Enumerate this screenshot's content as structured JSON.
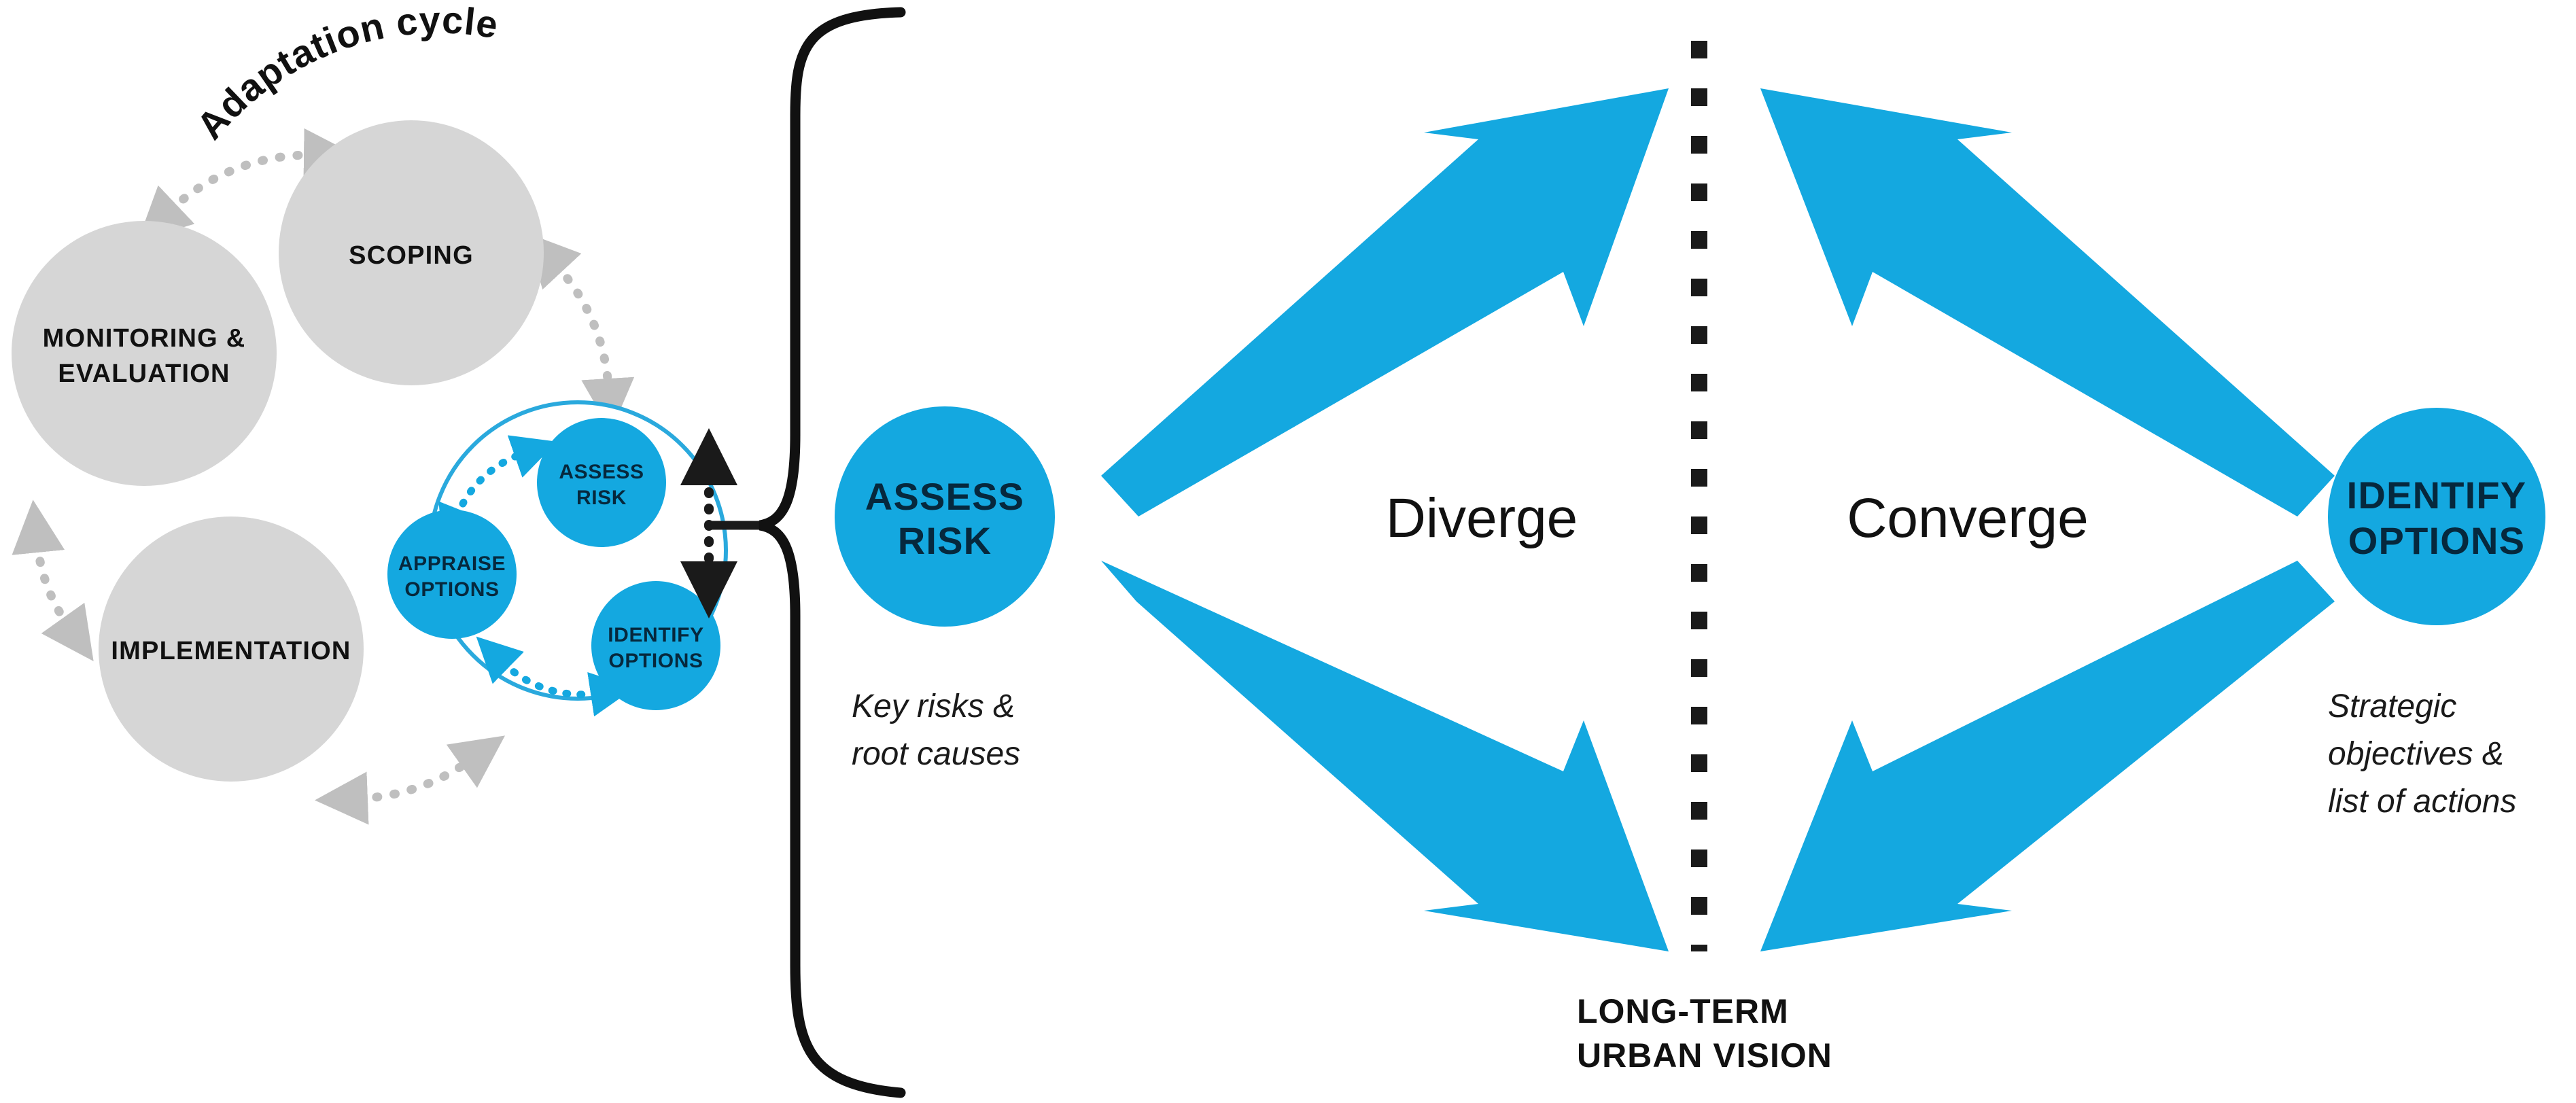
{
  "diagram": {
    "title": "Adaptation cycle",
    "colors": {
      "blue": "#14a8e0",
      "blue_ring": "#2aa9dd",
      "gray_circle": "#d6d6d6",
      "gray_arrow": "#bfbfbf",
      "text_dark": "#111111",
      "text_on_blue": "#06283d",
      "background": "#ffffff"
    },
    "adaptation_cycle": {
      "title": "Adaptation cycle",
      "outer_stages": [
        {
          "id": "scoping",
          "label": "SCOPING",
          "lines": [
            "SCOPING"
          ]
        },
        {
          "id": "monitoring-evaluation",
          "label": "MONITORING & EVALUATION",
          "lines": [
            "MONITORING &",
            "EVALUATION"
          ]
        },
        {
          "id": "implementation",
          "label": "IMPLEMENTATION",
          "lines": [
            "IMPLEMENTATION"
          ]
        }
      ],
      "inner_stages": [
        {
          "id": "assess-risk",
          "label": "ASSESS RISK",
          "lines": [
            "ASSESS",
            "RISK"
          ]
        },
        {
          "id": "appraise-options",
          "label": "APPRAISE OPTIONS",
          "lines": [
            "APPRAISE",
            "OPTIONS"
          ]
        },
        {
          "id": "identify-options",
          "label": "IDENTIFY OPTIONS",
          "lines": [
            "IDENTIFY",
            "OPTIONS"
          ]
        }
      ]
    },
    "process": {
      "start_node": {
        "id": "assess-risk",
        "lines": [
          "ASSESS",
          "RISK"
        ],
        "caption_lines": [
          "Key risks &",
          "root causes"
        ]
      },
      "end_node": {
        "id": "identify-options",
        "lines": [
          "IDENTIFY",
          "OPTIONS"
        ],
        "caption_lines": [
          "Strategic",
          "objectives &",
          "list of actions"
        ]
      },
      "phases": [
        {
          "id": "diverge",
          "label": "Diverge"
        },
        {
          "id": "converge",
          "label": "Converge"
        }
      ],
      "divider": {
        "id": "long-term-urban-vision",
        "lines": [
          "LONG-TERM",
          "URBAN VISION"
        ],
        "style": "dotted-vertical"
      }
    }
  }
}
